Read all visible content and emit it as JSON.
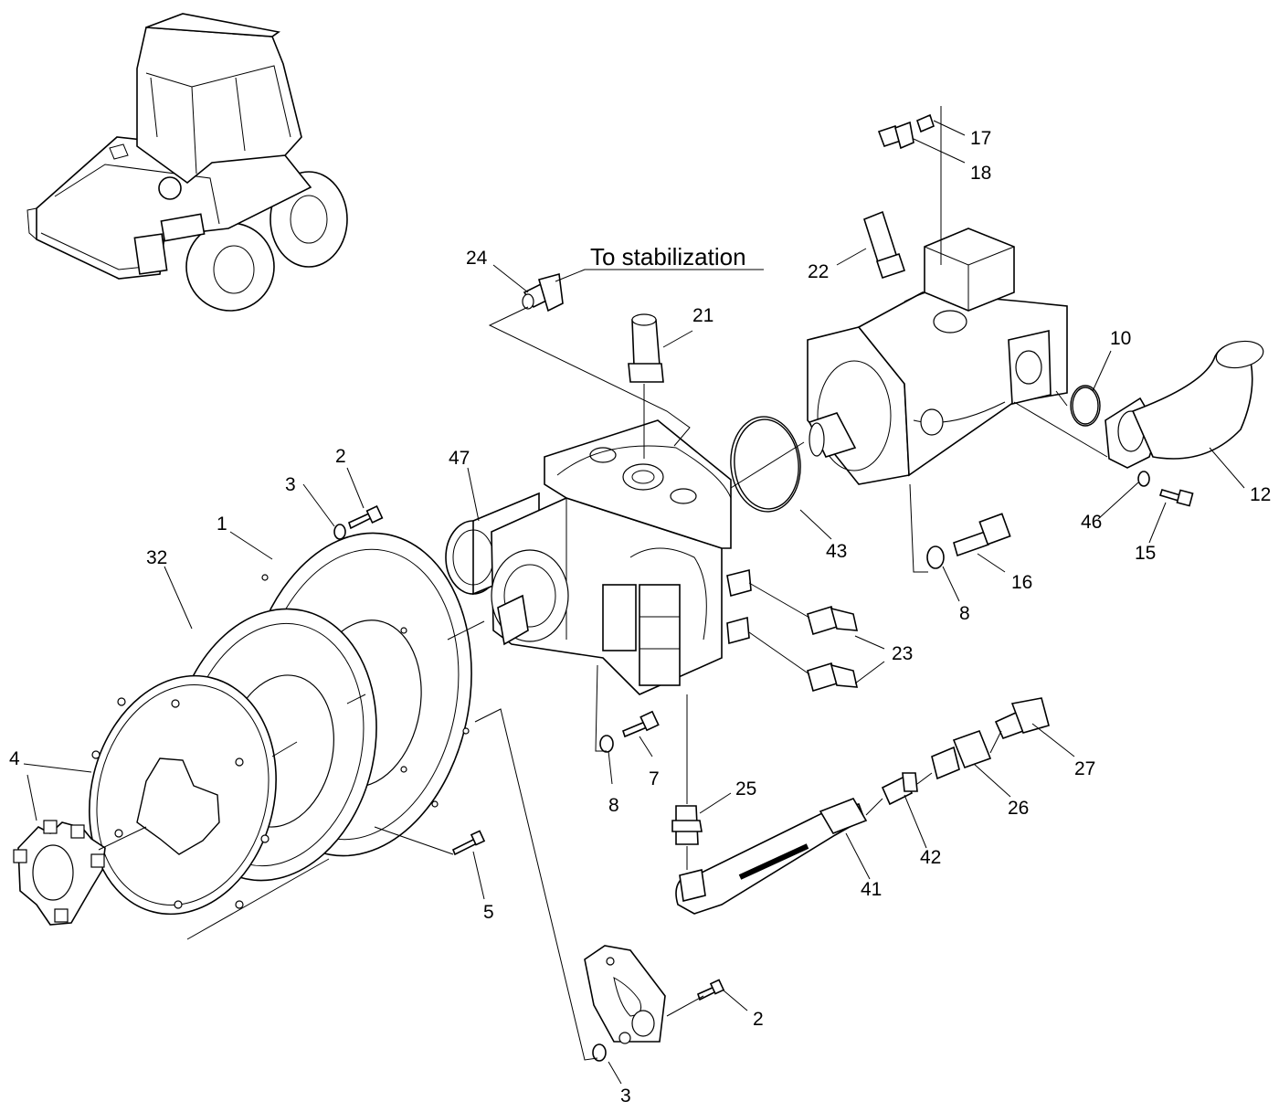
{
  "annotation": {
    "text": "To stabilization"
  },
  "labels": [
    {
      "id": "l1",
      "text": "1"
    },
    {
      "id": "l2a",
      "text": "2"
    },
    {
      "id": "l2b",
      "text": "2"
    },
    {
      "id": "l3a",
      "text": "3"
    },
    {
      "id": "l3b",
      "text": "3"
    },
    {
      "id": "l4",
      "text": "4"
    },
    {
      "id": "l5",
      "text": "5"
    },
    {
      "id": "l7",
      "text": "7"
    },
    {
      "id": "l8a",
      "text": "8"
    },
    {
      "id": "l8b",
      "text": "8"
    },
    {
      "id": "l10",
      "text": "10"
    },
    {
      "id": "l12",
      "text": "12"
    },
    {
      "id": "l15",
      "text": "15"
    },
    {
      "id": "l16",
      "text": "16"
    },
    {
      "id": "l17",
      "text": "17"
    },
    {
      "id": "l18",
      "text": "18"
    },
    {
      "id": "l21",
      "text": "21"
    },
    {
      "id": "l22",
      "text": "22"
    },
    {
      "id": "l23",
      "text": "23"
    },
    {
      "id": "l24",
      "text": "24"
    },
    {
      "id": "l25",
      "text": "25"
    },
    {
      "id": "l26",
      "text": "26"
    },
    {
      "id": "l27",
      "text": "27"
    },
    {
      "id": "l32",
      "text": "32"
    },
    {
      "id": "l41",
      "text": "41"
    },
    {
      "id": "l42",
      "text": "42"
    },
    {
      "id": "l43",
      "text": "43"
    },
    {
      "id": "l46",
      "text": "46"
    },
    {
      "id": "l47",
      "text": "47"
    }
  ]
}
